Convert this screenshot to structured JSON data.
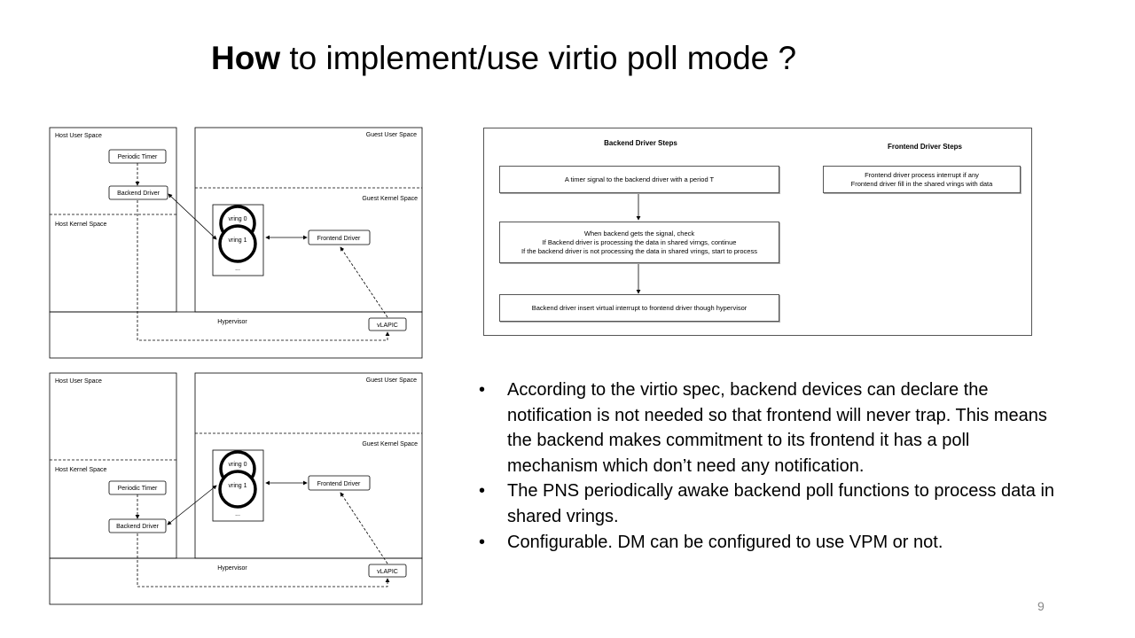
{
  "title": {
    "bold": "How",
    "rest": " to implement/use virtio poll mode ?"
  },
  "diagram_top": {
    "host_user_space": "Host User Space",
    "guest_user_space": "Guest User Space",
    "guest_kernel_space": "Guest Kernel Space",
    "host_kernel_space": "Host Kernel Space",
    "periodic_timer": "Periodic Timer",
    "backend_driver": "Backend Driver",
    "vring0": "vring 0",
    "vring1": "vring 1",
    "ellipsis": "...",
    "frontend_driver": "Frontend Driver",
    "hypervisor": "Hypervisor",
    "vlapic": "vLAPIC"
  },
  "diagram_bottom": {
    "host_user_space": "Host User Space",
    "guest_user_space": "Guest User Space",
    "guest_kernel_space": "Guest Kernel Space",
    "host_kernel_space": "Host Kernel Space",
    "periodic_timer": "Periodic Timer",
    "backend_driver": "Backend Driver",
    "vring0": "vring 0",
    "vring1": "vring 1",
    "ellipsis": "...",
    "frontend_driver": "Frontend Driver",
    "hypervisor": "Hypervisor",
    "vlapic": "vLAPIC"
  },
  "steps": {
    "backend_header": "Backend Driver Steps",
    "frontend_header": "Frontend Driver Steps",
    "step1": "A timer signal to the backend driver with a period T",
    "step2_line1": "When backend gets the signal, check",
    "step2_line2": "If Backend driver is processing the data in shared virngs, continue",
    "step2_line3": "If the backend driver is not processing the data in shared vrings, start to process",
    "step3": "Backend driver insert virtual interrupt to frontend driver though hypervisor",
    "frontend_line1": "Frontend driver process interrupt if any",
    "frontend_line2": "Frontend driver fill in the shared vrings with data"
  },
  "bullets": [
    "According to the virtio spec, backend devices can declare the notification is not needed so that frontend will never trap. This means the backend makes commitment to its frontend it has a poll mechanism which don’t need any notification.",
    "The PNS periodically awake backend poll functions to process data in shared vrings.",
    "Configurable. DM can be configured to use VPM or not."
  ],
  "bullet_symbol": "•",
  "page_number": "9"
}
